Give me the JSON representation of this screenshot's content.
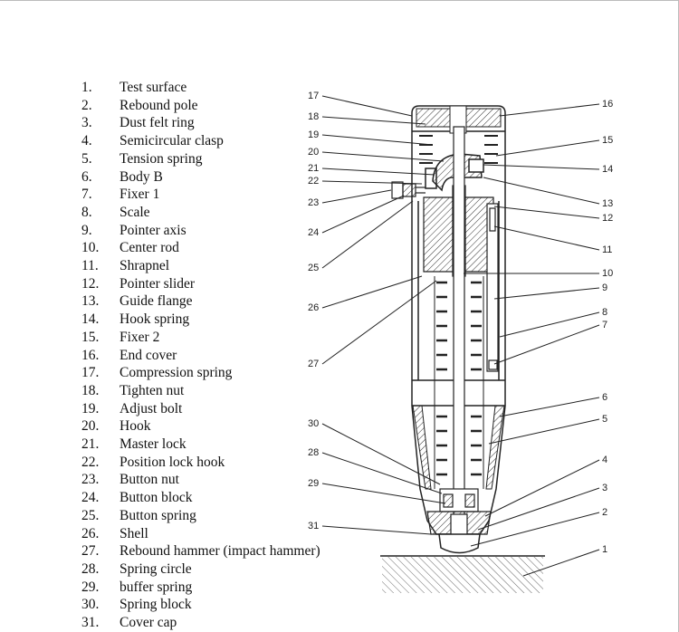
{
  "legend": [
    {
      "num": "1.",
      "label": "Test surface"
    },
    {
      "num": "2.",
      "label": "Rebound pole"
    },
    {
      "num": "3.",
      "label": "Dust felt ring"
    },
    {
      "num": "4.",
      "label": "Semicircular clasp"
    },
    {
      "num": "5.",
      "label": "Tension spring"
    },
    {
      "num": "6.",
      "label": "Body B"
    },
    {
      "num": "7.",
      "label": "Fixer 1"
    },
    {
      "num": "8.",
      "label": "Scale"
    },
    {
      "num": "9.",
      "label": "Pointer axis"
    },
    {
      "num": "10.",
      "label": "Center rod"
    },
    {
      "num": "11.",
      "label": "Shrapnel"
    },
    {
      "num": "12.",
      "label": "Pointer slider"
    },
    {
      "num": "13.",
      "label": "Guide flange"
    },
    {
      "num": "14.",
      "label": "Hook spring"
    },
    {
      "num": "15.",
      "label": "Fixer 2"
    },
    {
      "num": "16.",
      "label": "End cover"
    },
    {
      "num": "17.",
      "label": "Compression spring"
    },
    {
      "num": "18.",
      "label": "Tighten nut"
    },
    {
      "num": "19.",
      "label": "Adjust bolt"
    },
    {
      "num": "20.",
      "label": "Hook"
    },
    {
      "num": "21.",
      "label": "Master lock"
    },
    {
      "num": "22.",
      "label": "Position lock hook"
    },
    {
      "num": "23.",
      "label": "Button nut"
    },
    {
      "num": "24.",
      "label": "Button block"
    },
    {
      "num": "25.",
      "label": "Button spring"
    },
    {
      "num": "26.",
      "label": "Shell"
    },
    {
      "num": "27.",
      "label": "Rebound hammer (impact hammer)"
    },
    {
      "num": "28.",
      "label": "Spring circle"
    },
    {
      "num": "29.",
      "label": "buffer spring"
    },
    {
      "num": "30.",
      "label": "Spring block"
    },
    {
      "num": "31.",
      "label": "Cover cap"
    }
  ],
  "callouts": {
    "c1": "1",
    "c2": "2",
    "c3": "3",
    "c4": "4",
    "c5": "5",
    "c6": "6",
    "c7": "7",
    "c8": "8",
    "c9": "9",
    "c10": "10",
    "c11": "11",
    "c12": "12",
    "c13": "13",
    "c14": "14",
    "c15": "15",
    "c16": "16",
    "c17": "17",
    "c18": "18",
    "c19": "19",
    "c20": "20",
    "c21": "21",
    "c22": "22",
    "c23": "23",
    "c24": "24",
    "c25": "25",
    "c26": "26",
    "c27": "27",
    "c28": "28",
    "c29": "29",
    "c30": "30",
    "c31": "31"
  }
}
